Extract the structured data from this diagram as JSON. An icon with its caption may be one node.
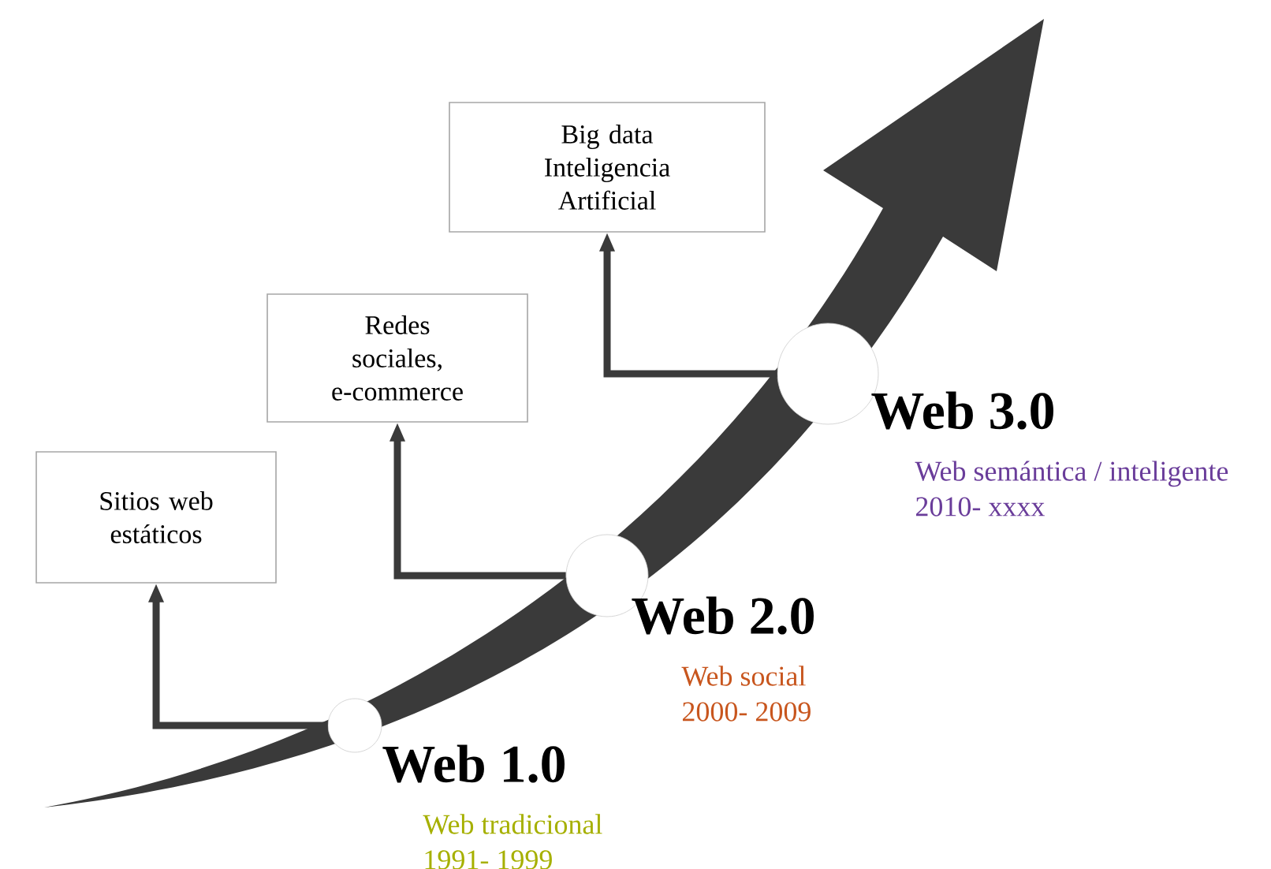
{
  "diagram": {
    "nodes": [
      {
        "text": [
          "Sitios web estáticos"
        ]
      },
      {
        "text": [
          "Redes sociales, e-commerce"
        ]
      },
      {
        "text": [
          "Big data Inteligencia Artificial"
        ]
      },
      {
        "text": [],
        "shape": "circle",
        "beside": [
          "Web 1.0",
          "Web tradicional",
          "1991- 1999"
        ]
      },
      {
        "text": [],
        "shape": "circle",
        "beside": [
          "Web 2.0",
          "Web social",
          "2000- 2009"
        ]
      },
      {
        "text": [],
        "shape": "circle",
        "beside": [
          "Web 3.0",
          "Web semántica / inteligente",
          "2010- xxxx"
        ]
      }
    ],
    "edges": [
      {
        "from": 3,
        "to": 0,
        "arrow": "to"
      },
      {
        "from": 4,
        "to": 1,
        "arrow": "to"
      },
      {
        "from": 5,
        "to": 2,
        "arrow": "to"
      }
    ]
  }
}
